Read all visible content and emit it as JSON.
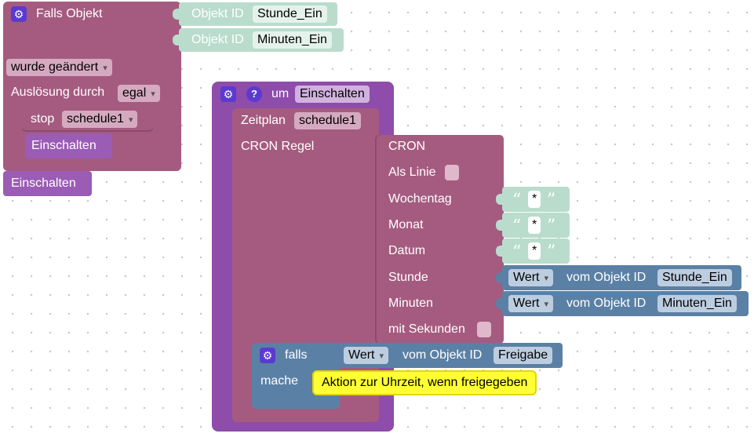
{
  "colors": {
    "trigger_block": "#a55b80",
    "schedule_block": "#9a5cb4",
    "value_block": "#5b80a5",
    "object_id_block": "#b9dccd",
    "comment_highlight": "#ffff33",
    "settings_icon_bg": "#5b3ad1"
  },
  "icons": {
    "gear": "⚙",
    "help": "?",
    "quote_open": "“",
    "quote_close": "”"
  },
  "trigger_block": {
    "title": "Falls Objekt",
    "object_label_1": "Objekt ID",
    "object_value_1": "Stunde_Ein",
    "object_label_2": "Objekt ID",
    "object_value_2": "Minuten_Ein",
    "condition": "wurde geändert",
    "ack_label": "Auslösung durch",
    "ack_value": "egal",
    "stop_label": "stop",
    "stop_value": "schedule1",
    "call_label": "Einschalten",
    "footer_call": "Einschalten"
  },
  "function_block": {
    "prefix": "um",
    "name": "Einschalten"
  },
  "schedule_block": {
    "label": "Zeitplan",
    "name": "schedule1",
    "cron_rule_label": "CRON Regel"
  },
  "cron_block": {
    "title": "CRON",
    "as_line_label": "Als Linie",
    "weekday_label": "Wochentag",
    "weekday_value": "*",
    "month_label": "Monat",
    "month_value": "*",
    "date_label": "Datum",
    "date_value": "*",
    "hour_label": "Stunde",
    "minutes_label": "Minuten",
    "seconds_label": "mit Sekunden"
  },
  "value_blocks": {
    "hour": {
      "value_label": "Wert",
      "from_label": "vom Objekt ID",
      "object": "Stunde_Ein"
    },
    "minutes": {
      "value_label": "Wert",
      "from_label": "vom Objekt ID",
      "object": "Minuten_Ein"
    },
    "condition": {
      "value_label": "Wert",
      "from_label": "vom Objekt ID",
      "object": "Freigabe"
    }
  },
  "if_block": {
    "if_label": "falls",
    "do_label": "mache",
    "comment": "Aktion zur Uhrzeit, wenn freigegeben"
  }
}
